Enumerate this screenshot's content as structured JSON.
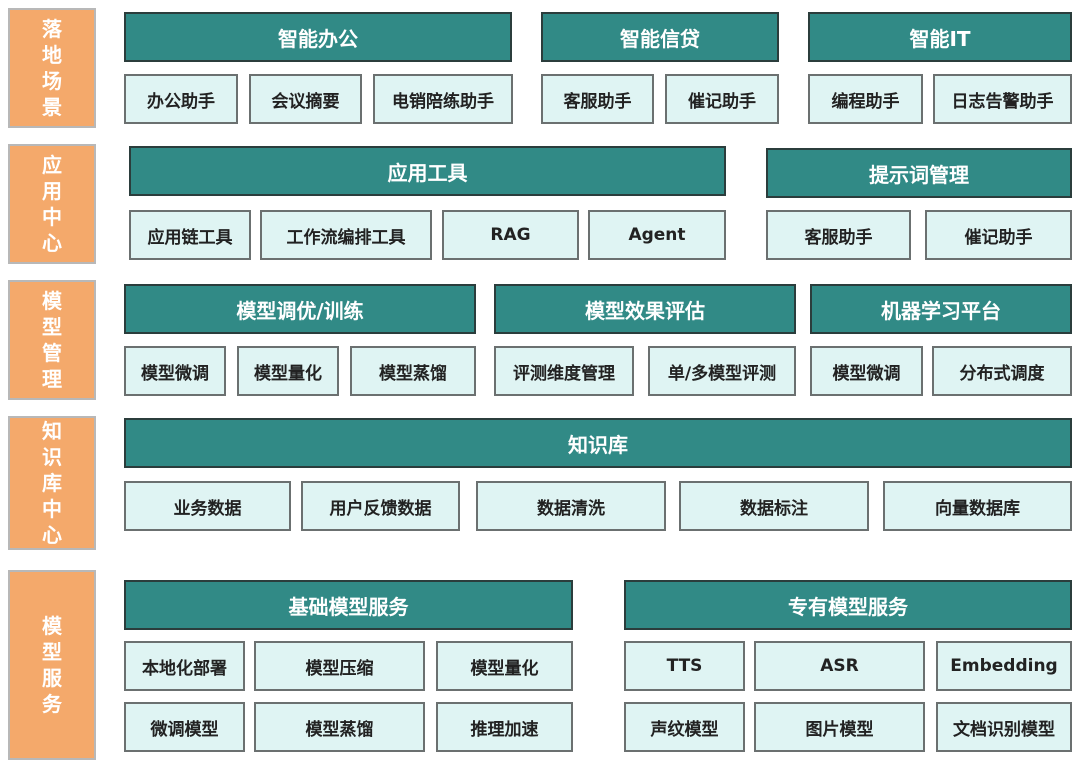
{
  "sections": [
    {
      "label": "落地场景",
      "groups": [
        {
          "title": "智能办公",
          "items": [
            "办公助手",
            "会议摘要",
            "电销陪练助手"
          ]
        },
        {
          "title": "智能信贷",
          "items": [
            "客服助手",
            "催记助手"
          ]
        },
        {
          "title": "智能IT",
          "items": [
            "编程助手",
            "日志告警助手"
          ]
        }
      ]
    },
    {
      "label": "应用中心",
      "groups": [
        {
          "title": "应用工具",
          "items": [
            "应用链工具",
            "工作流编排工具",
            "RAG",
            "Agent"
          ]
        },
        {
          "title": "提示词管理",
          "items": [
            "客服助手",
            "催记助手"
          ]
        }
      ]
    },
    {
      "label": "模型管理",
      "groups": [
        {
          "title": "模型调优/训练",
          "items": [
            "模型微调",
            "模型量化",
            "模型蒸馏"
          ]
        },
        {
          "title": "模型效果评估",
          "items": [
            "评测维度管理",
            "单/多模型评测"
          ]
        },
        {
          "title": "机器学习平台",
          "items": [
            "模型微调",
            "分布式调度"
          ]
        }
      ]
    },
    {
      "label": "知识库中心",
      "groups": [
        {
          "title": "知识库",
          "items": [
            "业务数据",
            "用户反馈数据",
            "数据清洗",
            "数据标注",
            "向量数据库"
          ]
        }
      ]
    },
    {
      "label": "模型服务",
      "groups": [
        {
          "title": "基础模型服务",
          "items": [
            "本地化部署",
            "模型压缩",
            "模型量化",
            "微调模型",
            "模型蒸馏",
            "推理加速"
          ]
        },
        {
          "title": "专有模型服务",
          "items": [
            "TTS",
            "ASR",
            "Embedding",
            "声纹模型",
            "图片模型",
            "文档识别模型"
          ]
        }
      ]
    }
  ],
  "colors": {
    "side_fill": "#f4a96b",
    "header_fill": "#318a86",
    "item_fill": "#dff4f3"
  }
}
